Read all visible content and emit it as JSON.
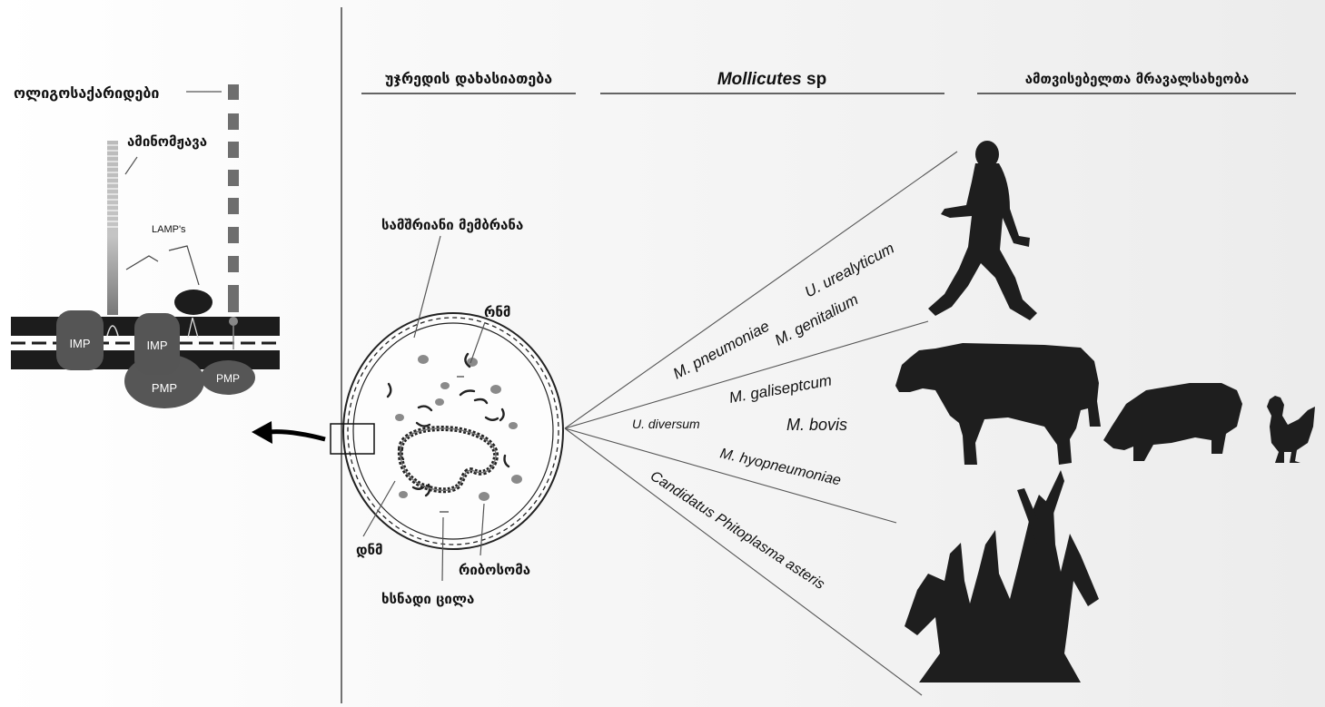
{
  "headers": {
    "cell_classification": "უჯრედის დახასიათება",
    "mollicutes_name": "Mollicutes",
    "mollicutes_sp": " sp",
    "host_diversity": "ამთვისებელთა მრავალსახეობა"
  },
  "membrane_labels": {
    "oligosaccharides": "ოლიგოსაქარიდები",
    "amino_acid": "ამინომჟავა",
    "lamps": "LAMP's",
    "imp": "IMP",
    "pmp": "PMP"
  },
  "cell_labels": {
    "triple_membrane": "სამშრიანი მემბრანა",
    "rna": "რნმ",
    "dna": "დნმ",
    "ribosome": "რიბოსომა",
    "soluble_protein": "ხსნადი ცილა"
  },
  "species": {
    "m_pneumoniae": "M. pneumoniae",
    "u_urealyticum": "U. urealyticum",
    "m_genitalium": "M. genitalium",
    "m_galiseptcum": "M. galiseptcum",
    "u_diversum": "U. diversum",
    "m_bovis": "M. bovis",
    "m_hyopneumoniae": "M. hyopneumoniae",
    "candidatus": "Candidatus Phitoplasma asteris"
  },
  "hosts": [
    "human-silhouette",
    "cow-silhouette",
    "pig-silhouette",
    "chicken-silhouette",
    "corn-plant-silhouette"
  ],
  "colors": {
    "dark": "#222222",
    "membrane": "#1c1c1c",
    "protein": "#555555",
    "organelle": "#8a8a8a",
    "line": "#555555"
  }
}
